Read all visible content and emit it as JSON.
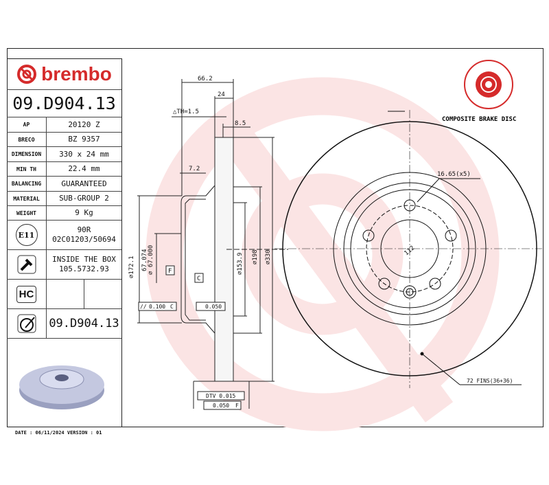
{
  "brand": "brembo",
  "part_number": "09.D904.13",
  "specs": [
    {
      "label": "AP",
      "value": "20120 Z"
    },
    {
      "label": "BRECO",
      "value": "BZ 9357"
    },
    {
      "label": "DIMENSION",
      "value": "330 x 24 mm"
    },
    {
      "label": "MIN TH",
      "value": "22.4 mm"
    },
    {
      "label": "BALANCING",
      "value": "GUARANTEED"
    },
    {
      "label": "MATERIAL",
      "value": "SUB-GROUP 2"
    },
    {
      "label": "WEIGHT",
      "value": "9 Kg"
    }
  ],
  "homologation": {
    "badge": "E11",
    "line1": "90R",
    "line2": "02C01203/50694"
  },
  "screw": {
    "line1": "INSIDE THE BOX",
    "line2": "105.5732.93"
  },
  "hc_badge": "HC",
  "kit_part_number": "09.D904.13",
  "footer": "DATE : 06/11/2024 VERSION : 01",
  "composite_label": "COMPOSITE BRAKE DISC",
  "dims": {
    "d66": "66.2",
    "d24": "24",
    "th": "△TH=1.5",
    "d85": "8.5",
    "d72": "7.2",
    "d1721": "∅172.1",
    "d67a": "67.074",
    "d67b": "∅ 67.000",
    "d1539": "∅153.9",
    "d198": "∅198",
    "d330": "∅330",
    "datumF": "F",
    "datumC": "C",
    "par": "0.100",
    "parRef": "C",
    "flat": "0.050",
    "dtv": "DTV 0.015",
    "runout": "0.050",
    "runoutRef": "F",
    "holes": "16.65(x5)",
    "pcd": "112",
    "fins": "72 FINS(36+36)"
  },
  "colors": {
    "brand": "#d52b2b",
    "watermark": "#fbe3e3"
  }
}
